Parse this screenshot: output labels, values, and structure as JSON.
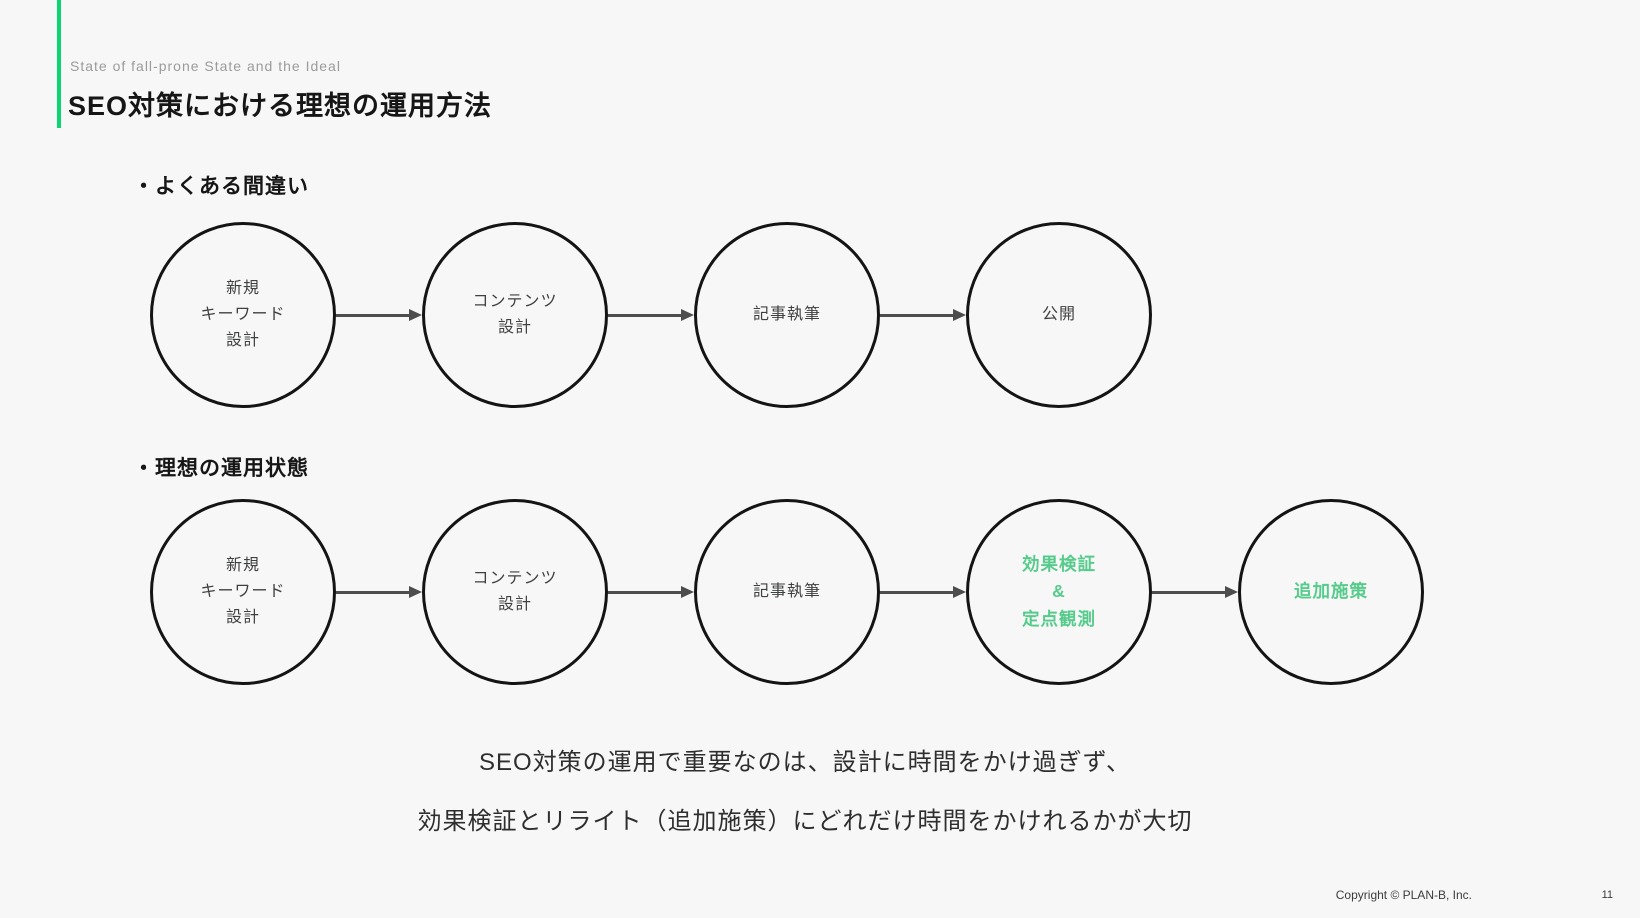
{
  "page": {
    "background_color": "#f7f7f7",
    "accent_green": "#0bd473",
    "highlight_green": "#57cb8c"
  },
  "header": {
    "subtitle": "State of fall-prone State and the Ideal",
    "title": "SEO対策における理想の運用方法"
  },
  "sections": [
    {
      "label": "・よくある間違い",
      "steps": [
        {
          "label": "新規\nキーワード\n設計",
          "highlight": false
        },
        {
          "label": "コンテンツ\n設計",
          "highlight": false
        },
        {
          "label": "記事執筆",
          "highlight": false
        },
        {
          "label": "公開",
          "highlight": false
        }
      ]
    },
    {
      "label": "・理想の運用状態",
      "steps": [
        {
          "label": "新規\nキーワード\n設計",
          "highlight": false
        },
        {
          "label": "コンテンツ\n設計",
          "highlight": false
        },
        {
          "label": "記事執筆",
          "highlight": false
        },
        {
          "label": "効果検証\n&\n定点観測",
          "highlight": true
        },
        {
          "label": "追加施策",
          "highlight": true
        }
      ]
    }
  ],
  "message": {
    "line1": "SEO対策の運用で重要なのは、設計に時間をかけ過ぎず、",
    "line2": "効果検証とリライト（追加施策）にどれだけ時間をかけれるかが大切"
  },
  "footer": {
    "copyright": "Copyright © PLAN-B, Inc.",
    "page_number": "11"
  }
}
